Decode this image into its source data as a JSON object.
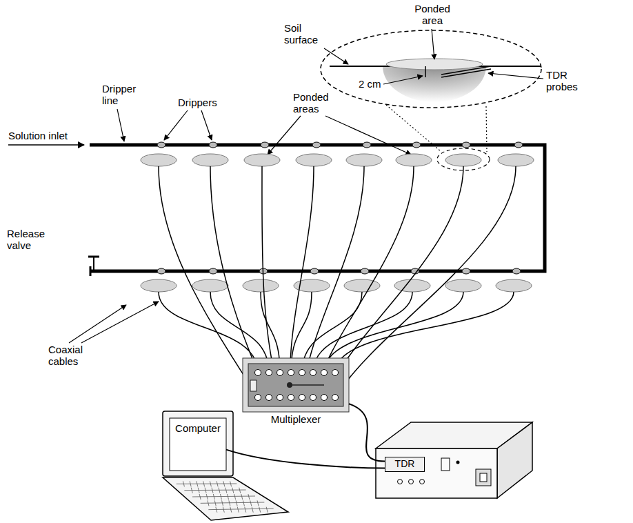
{
  "diagram": {
    "nodes": [
      {
        "text": [
          "Multiplexer"
        ]
      },
      {
        "text": [
          "Computer"
        ]
      },
      {
        "text": [
          "TDR"
        ]
      }
    ],
    "edges": [
      {
        "from": 0,
        "to": 2,
        "arrow": "none"
      },
      {
        "from": 1,
        "to": 2,
        "arrow": "none"
      }
    ],
    "labels": [
      "Ponded area",
      "Soil surface",
      "2 cm",
      "TDR probes",
      "Dripper line",
      "Drippers",
      "Ponded areas",
      "Solution inlet",
      "Release valve",
      "Coaxial cables"
    ]
  }
}
